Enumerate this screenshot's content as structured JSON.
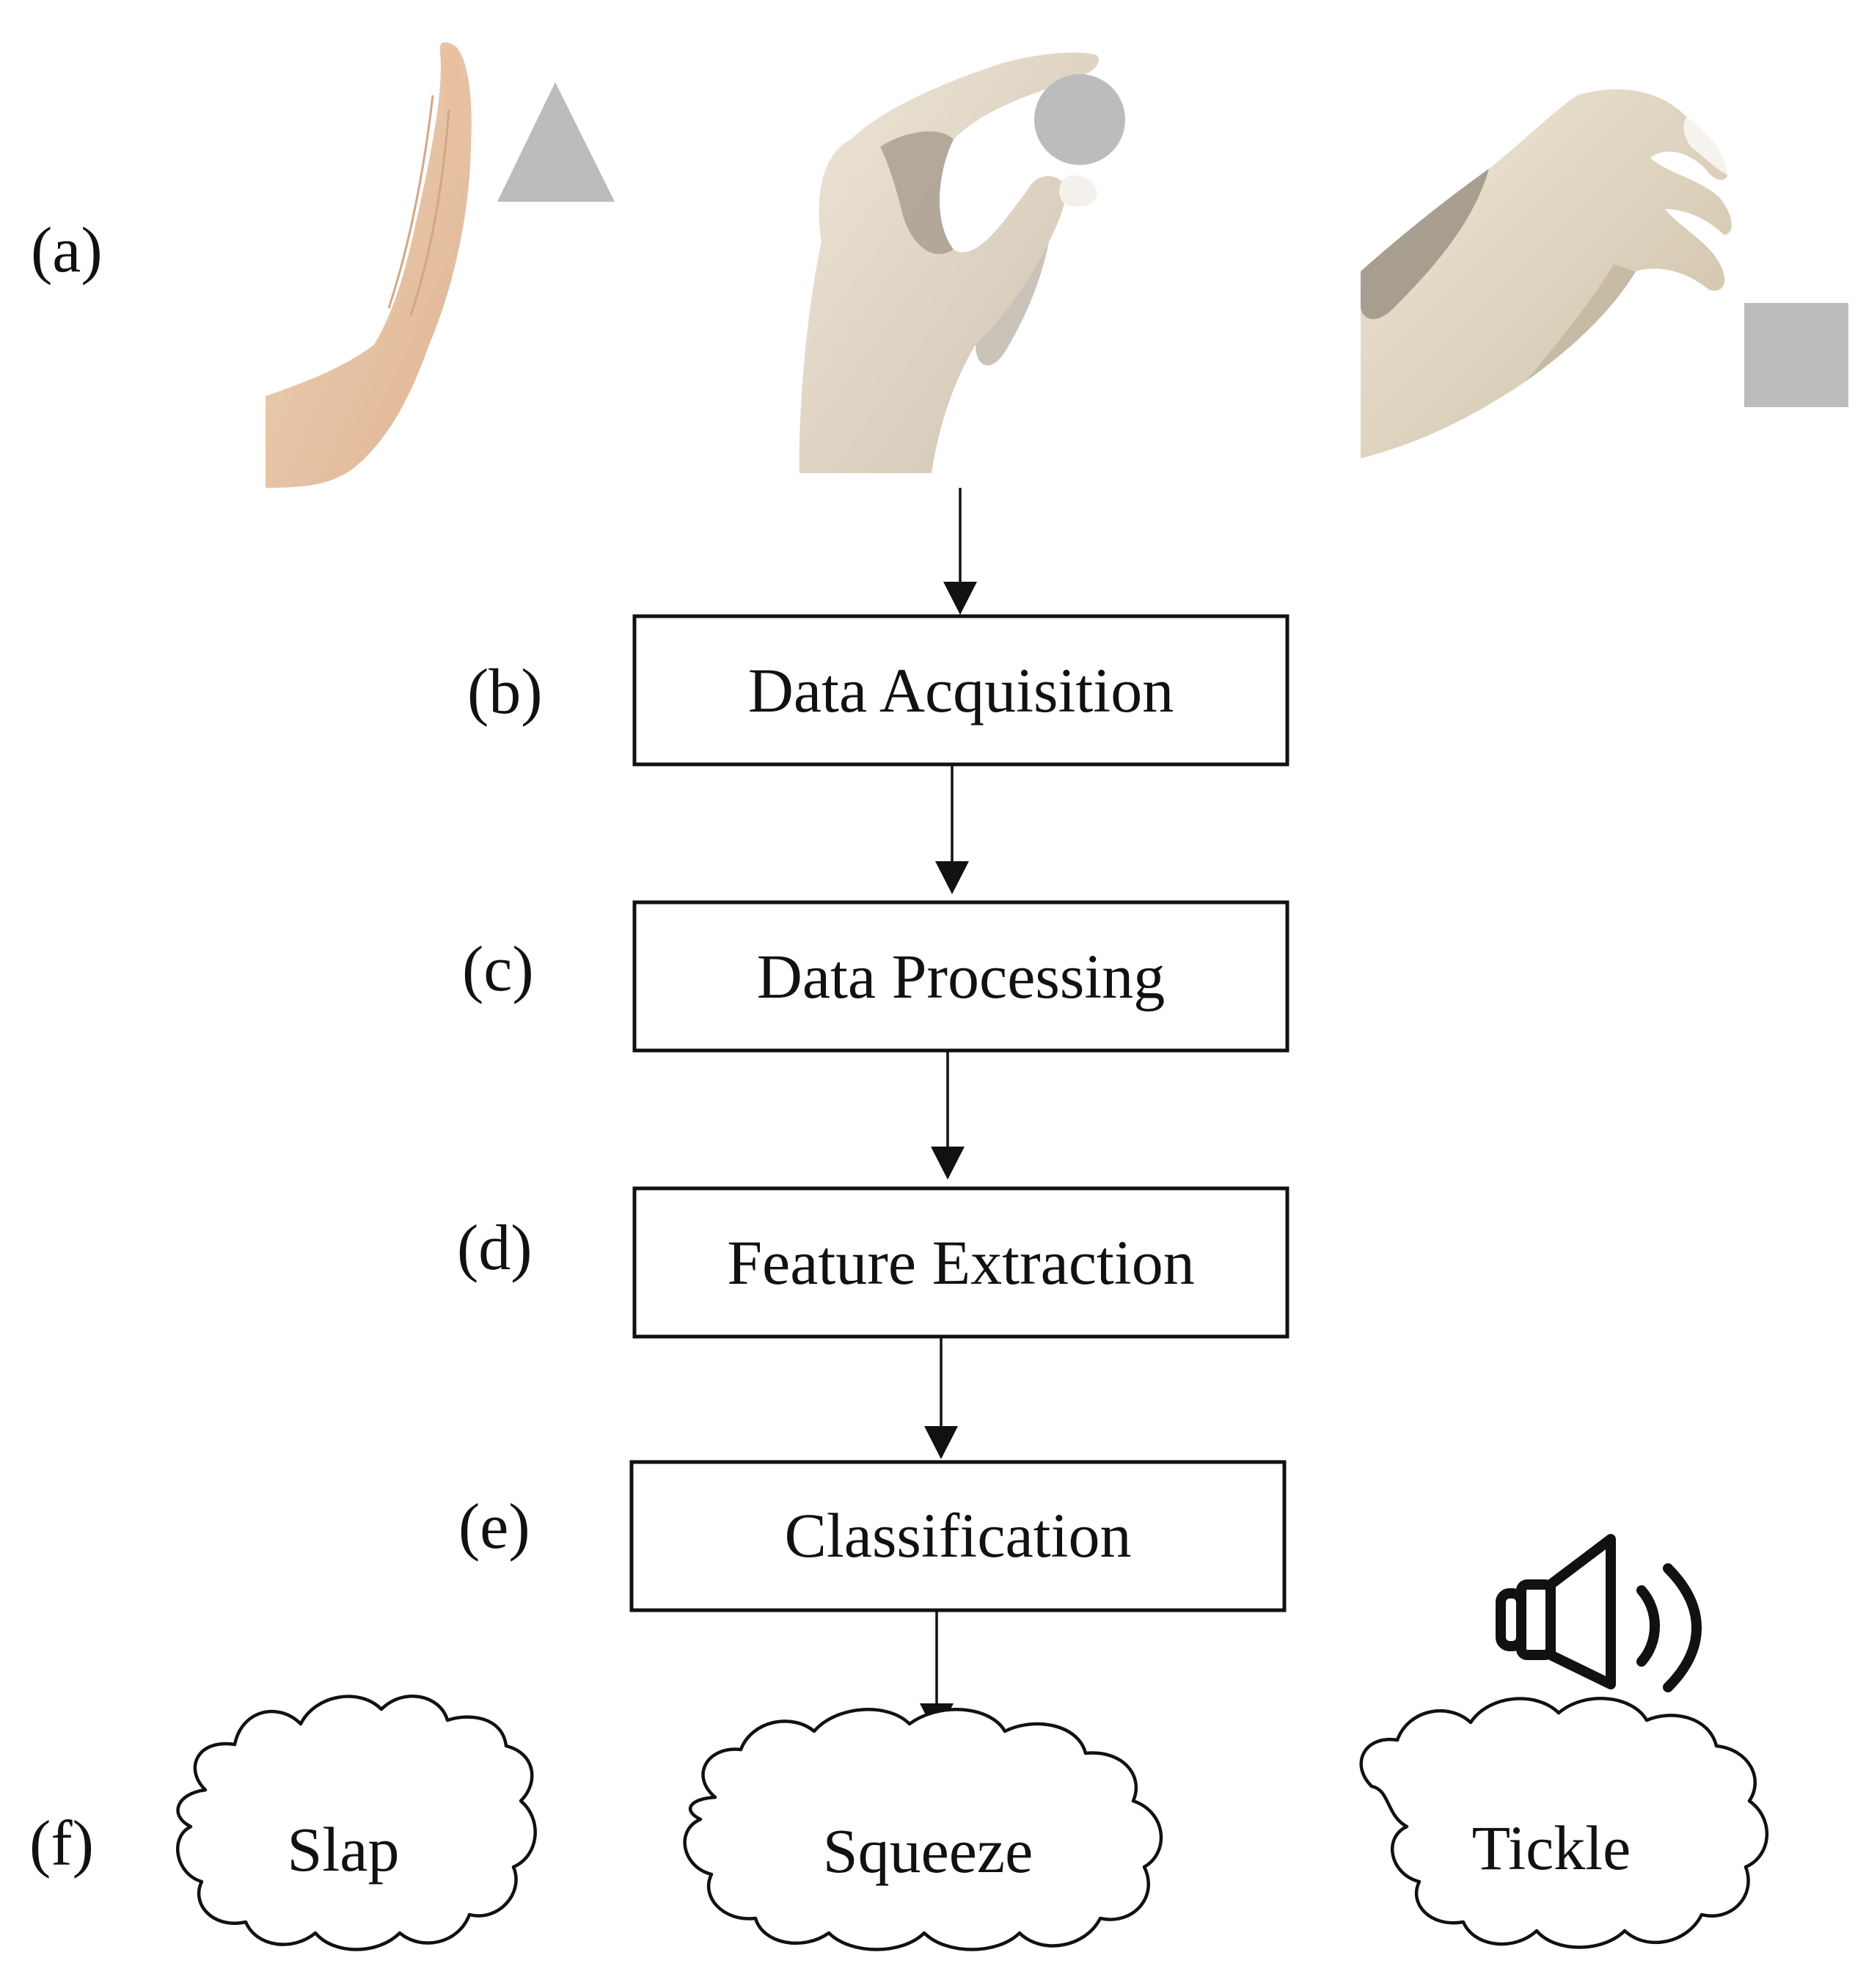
{
  "labels": {
    "a": "(a)",
    "b": "(b)",
    "c": "(c)",
    "d": "(d)",
    "e": "(e)",
    "f": "(f)"
  },
  "steps": [
    {
      "id": "b",
      "text": "Data Acquisition"
    },
    {
      "id": "c",
      "text": "Data Processing"
    },
    {
      "id": "d",
      "text": "Feature Extraction"
    },
    {
      "id": "e",
      "text": "Classification"
    }
  ],
  "outputs": [
    {
      "id": "slap",
      "text": "Slap"
    },
    {
      "id": "squeeze",
      "text": "Squeeze"
    },
    {
      "id": "tickle",
      "text": "Tickle"
    }
  ],
  "gestures": [
    {
      "name": "open-palm-hand",
      "shape": "triangle"
    },
    {
      "name": "pinch-hand",
      "shape": "circle"
    },
    {
      "name": "claw-hand",
      "shape": "square"
    }
  ],
  "icons": {
    "speaker": "speaker-icon"
  },
  "colors": {
    "skin": "#e8c7a8",
    "skin_shadow": "#c9a488",
    "shape_fill": "#bcbcbc",
    "stroke": "#111111"
  }
}
